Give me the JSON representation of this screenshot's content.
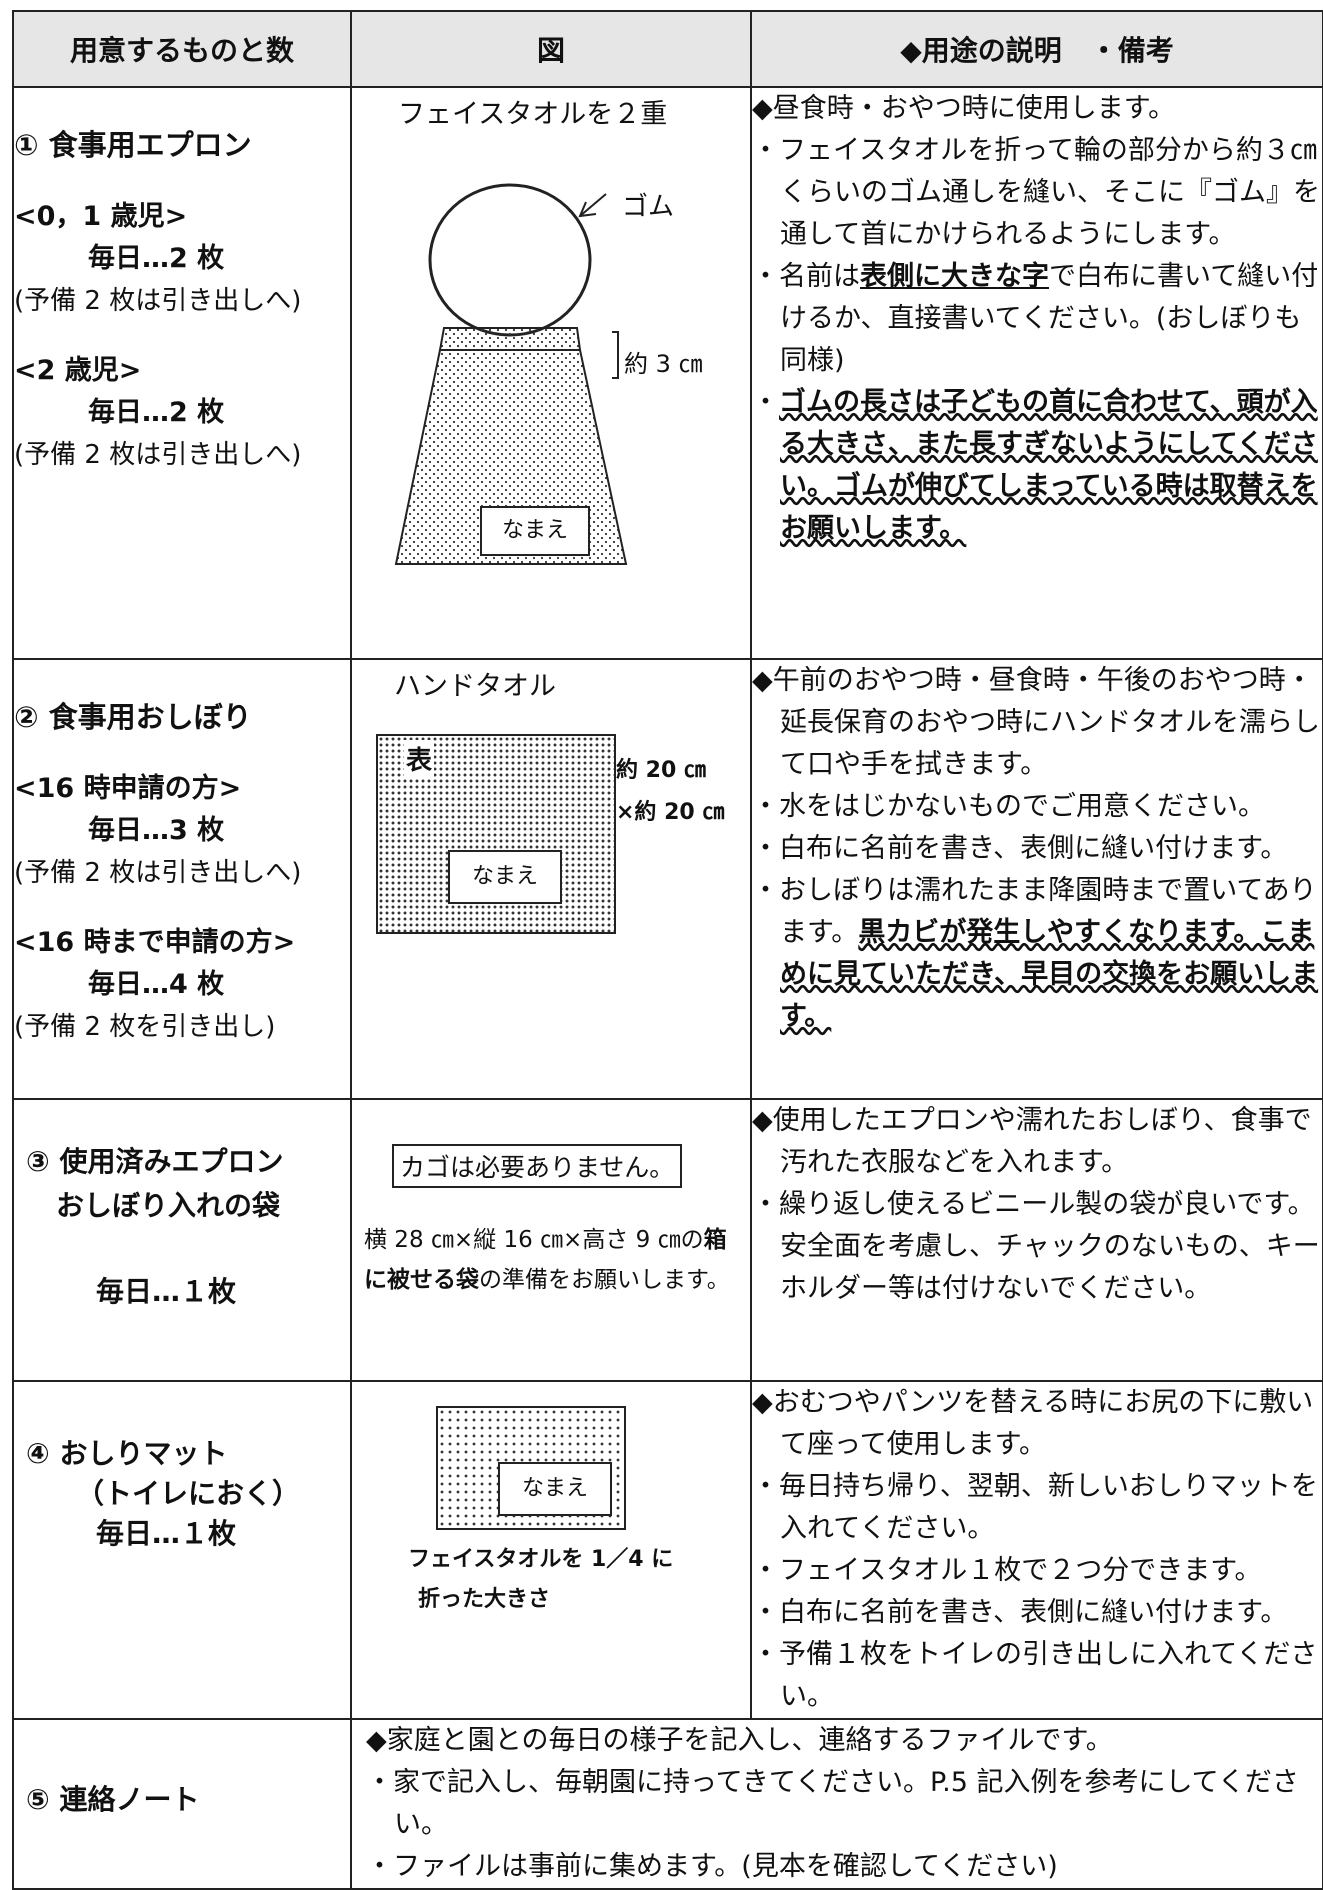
{
  "header": {
    "col1": "用意するものと数",
    "col2": "図",
    "col3": "◆用途の説明　・備考"
  },
  "row1": {
    "title": "① 食事用エプロン",
    "g1": "<0，1 歳児>",
    "g1_count": "毎日…2 枚",
    "g1_note": "(予備 2 枚は引き出しへ)",
    "g2": "<2 歳児>",
    "g2_count": "毎日…2 枚",
    "g2_note": "(予備 2 枚は引き出しへ)",
    "fig_caption": "フェイスタオルを２重",
    "fig_gomu": "ゴム",
    "fig_size": "約 3 ㎝",
    "fig_name": "なまえ",
    "d1": "◆昼食時・おやつ時に使用します。",
    "d2": "・フェイスタオルを折って輪の部分から約３㎝くらいのゴム通しを縫い、そこに『ゴム』を通して首にかけられるようにします。",
    "d3a": "・名前は",
    "d3b": "表側に大きな字",
    "d3c": "で白布に書いて縫い付けるか、直接書いてください。(おしぼりも同様)",
    "d4a": "・",
    "d4b": "ゴムの長さは子どもの首に合わせて、頭が入る大きさ、また長すぎないようにしてください。ゴムが伸びてしまっている時は取替えをお願いします。"
  },
  "row2": {
    "title": "② 食事用おしぼり",
    "g1": "<16 時申請の方>",
    "g1_count": "毎日…3 枚",
    "g1_note": "(予備 2 枚は引き出しへ)",
    "g2": "<16 時まで申請の方>",
    "g2_count": "毎日…4 枚",
    "g2_note": "(予備 2 枚を引き出し)",
    "fig_caption": "ハンドタオル",
    "fig_front": "表",
    "fig_size1": "約 20 ㎝",
    "fig_size2": "×約 20 ㎝",
    "fig_name": "なまえ",
    "d1": "◆午前のおやつ時・昼食時・午後のおやつ時・延長保育のおやつ時にハンドタオルを濡らして口や手を拭きます。",
    "d2": "・水をはじかないものでご用意ください。",
    "d3": "・白布に名前を書き、表側に縫い付けます。",
    "d4a": "・おしぼりは濡れたまま降園時まで置いてあります。",
    "d4b": "黒カビが発生しやすくなります。こまめに見ていただき、早目の交換をお願いします。"
  },
  "row3": {
    "title1": "③ 使用済みエプロン",
    "title2": "おしぼり入れの袋",
    "count": "毎日…１枚",
    "fig_box": "カゴは必要ありません。",
    "fig_t1": "横 28 ㎝×縦 16 ㎝×高さ 9 ㎝の",
    "fig_t2": "箱に被せる袋",
    "fig_t3": "の準備をお願いします。",
    "d1": "◆使用したエプロンや濡れたおしぼり、食事で汚れた衣服などを入れます。",
    "d2": "・繰り返し使えるビニール製の袋が良いです。安全面を考慮し、チャックのないもの、キーホルダー等は付けないでください。"
  },
  "row4": {
    "title": "④ おしりマット",
    "sub": "（トイレにおく）",
    "count": "毎日…１枚",
    "fig_name": "なまえ",
    "fig_cap1": "フェイスタオルを 1／4 に",
    "fig_cap2": "折った大きさ",
    "d1": "◆おむつやパンツを替える時にお尻の下に敷いて座って使用します。",
    "d2": "・毎日持ち帰り、翌朝、新しいおしりマットを入れてください。",
    "d3": "・フェイスタオル１枚で２つ分できます。",
    "d4": "・白布に名前を書き、表側に縫い付けます。",
    "d5": "・予備１枚をトイレの引き出しに入れてください。"
  },
  "row5": {
    "title": "⑤ 連絡ノート",
    "d1": "◆家庭と園との毎日の様子を記入し、連絡するファイルです。",
    "d2": "・家で記入し、毎朝園に持ってきてください。P.5 記入例を参考にしてください。",
    "d3": "・ファイルは事前に集めます。(見本を確認してください)"
  }
}
